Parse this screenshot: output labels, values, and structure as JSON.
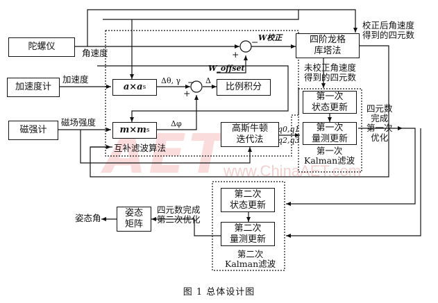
{
  "watermark": {
    "logo_text": "AET",
    "site": "www.ChinaAET.com"
  },
  "boxes": {
    "gyro": "陀螺仪",
    "accel": "加速度计",
    "mag": "磁强计",
    "a_cross": "a×a",
    "a_cross_sub": "s",
    "m_cross": "m×m",
    "m_cross_sub": "s",
    "pi": "比例积分",
    "rk4": "四阶龙格\n库塔法",
    "gauss_newton": "高斯牛顿\n迭代法",
    "kf1_state": "第一次\n状态更新",
    "kf1_meas": "第一次\n量测更新",
    "kf2_state": "第二次\n状态更新",
    "kf2_meas": "第二次\n量测更新",
    "attitude": "姿态\n矩阵"
  },
  "labels": {
    "angular_rate": "角速度",
    "acceleration": "加速度",
    "mag_strength": "磁场强度",
    "w_corrected": "W校正",
    "w_offset": "W_offset",
    "delta_theta_gamma": "Δθ, γ",
    "delta": "Δ",
    "delta_phi": "Δφ",
    "complementary": "互补滤波算法",
    "corrected_quat": "校正后角速度\n得到的四元数",
    "uncorrected_quat": "未校正角速度\n得到的四元数",
    "quat_first_opt": "四元数\n完成\n第一次\n优化",
    "q01": "q0,q1",
    "q23": "q2,q3",
    "kf1_title": "第一次\nKalman滤波",
    "kf2_title": "第二次\nKalman滤波",
    "quat_second_opt": "四元数完成\n第二次优化",
    "attitude_angle": "姿态角",
    "plus": "+",
    "minus": "−"
  },
  "caption": "图 1   总体设计图"
}
